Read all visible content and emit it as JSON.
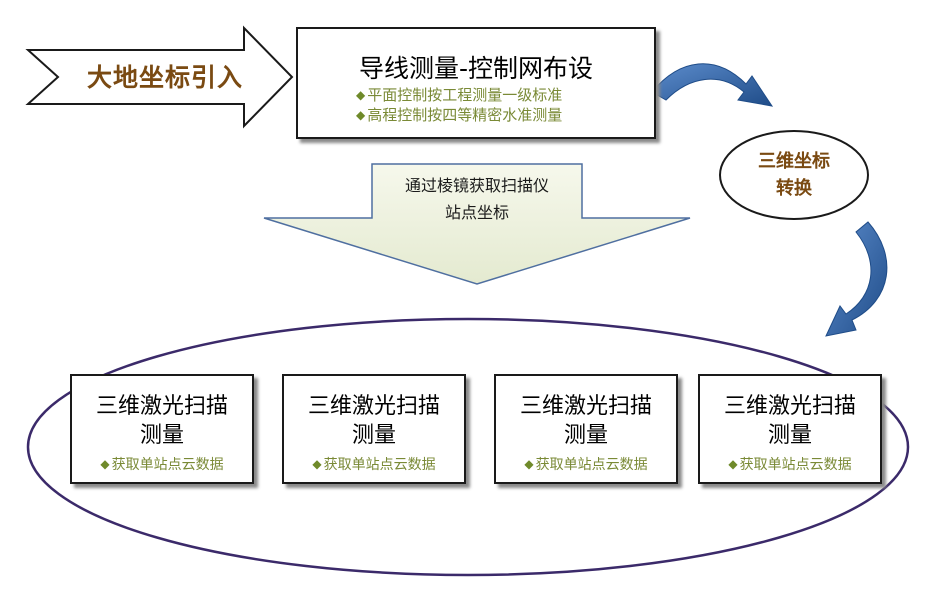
{
  "entry": {
    "label": "大地坐标引入"
  },
  "top_box": {
    "title": "导线测量-控制网布设",
    "bullets": [
      "平面控制按工程测量一级标准",
      "高程控制按四等精密水准测量"
    ]
  },
  "down_arrow": {
    "line1": "通过棱镜获取扫描仪",
    "line2": "站点坐标"
  },
  "transform": {
    "line1": "三维坐标",
    "line2": "转换"
  },
  "scan_boxes": [
    {
      "line1": "三维激光扫描",
      "line2": "测量",
      "sub": "获取单站点云数据"
    },
    {
      "line1": "三维激光扫描",
      "line2": "测量",
      "sub": "获取单站点云数据"
    },
    {
      "line1": "三维激光扫描",
      "line2": "测量",
      "sub": "获取单站点云数据"
    },
    {
      "line1": "三维激光扫描",
      "line2": "测量",
      "sub": "获取单站点云数据"
    }
  ],
  "colors": {
    "accent_text": "#7a4a12",
    "bullet_text": "#7a8a36",
    "curved_arrow": "#2f5f9e",
    "down_arrow_fill": "#eef2dc",
    "down_arrow_stroke": "#4f6fa0",
    "big_ellipse_stroke": "#3b2a6a"
  }
}
